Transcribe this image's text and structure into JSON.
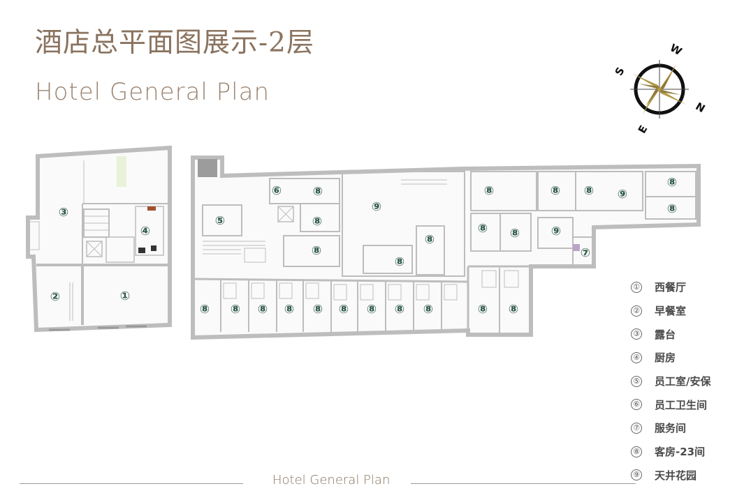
{
  "header": {
    "title_cn": "酒店总平面图展示-2层",
    "title_en": "Hotel General Plan"
  },
  "compass": {
    "letters": [
      "W",
      "N",
      "E",
      "S"
    ]
  },
  "plan": {
    "markers": [
      "①",
      "②",
      "③",
      "④",
      "⑤",
      "⑥",
      "⑦",
      "⑧",
      "⑨"
    ],
    "room_counts": {
      "guest_rooms_shown": 23
    }
  },
  "legend": {
    "items": [
      {
        "num": "①",
        "label": "西餐厅"
      },
      {
        "num": "②",
        "label": "早餐室"
      },
      {
        "num": "③",
        "label": "露台"
      },
      {
        "num": "④",
        "label": "厨房"
      },
      {
        "num": "⑤",
        "label": "员工室/安保"
      },
      {
        "num": "⑥",
        "label": "员工卫生间"
      },
      {
        "num": "⑦",
        "label": "服务间"
      },
      {
        "num": "⑧",
        "label": "客房-23间"
      },
      {
        "num": "⑨",
        "label": "天井花园"
      }
    ]
  },
  "footer": {
    "text": "Hotel General Plan"
  },
  "colors": {
    "title": "#8a735f",
    "wall": "#bdbdbd",
    "marker": "#2f5a48",
    "compass_gold": "#b39a4a"
  }
}
